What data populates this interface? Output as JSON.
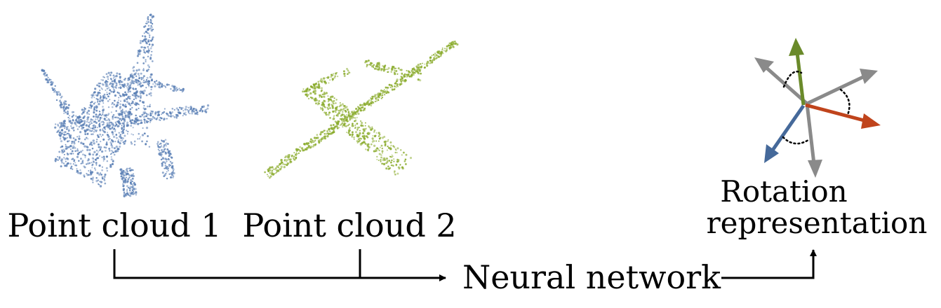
{
  "labels": {
    "cloud1": "Point cloud 1",
    "cloud2": "Point cloud 2",
    "network": "Neural network",
    "rotation_line1": "Rotation",
    "rotation_line2": "representation"
  },
  "colors": {
    "cloud1": "#5a7fb5",
    "cloud2": "#8aab2c",
    "axis_x": "#c0441c",
    "axis_y": "#6a8a2a",
    "axis_z": "#45699a",
    "axis_gray": "#8a8a8a",
    "line": "#000000"
  }
}
